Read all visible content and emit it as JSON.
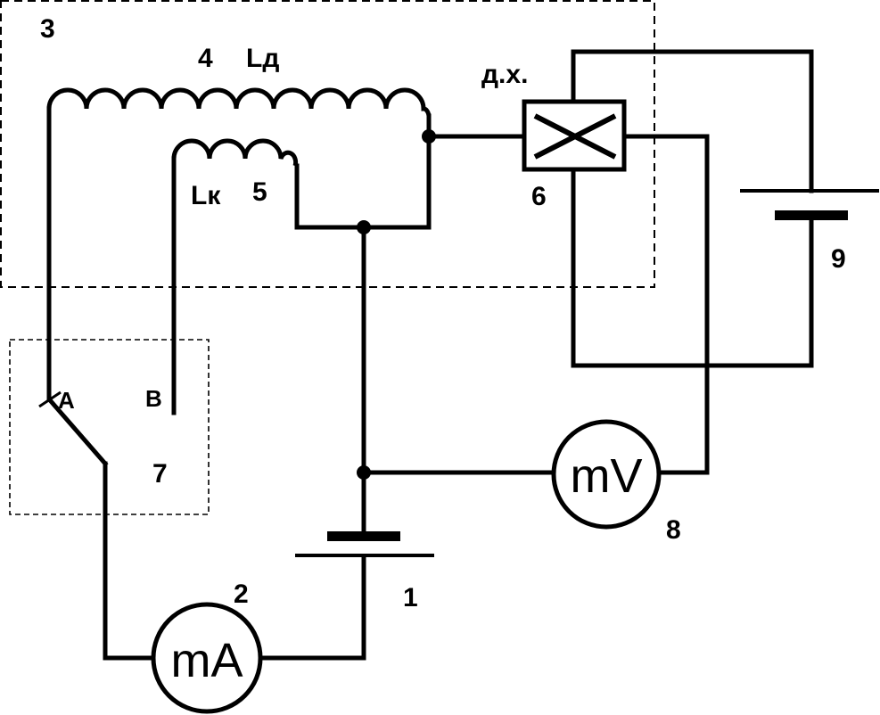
{
  "labels": {
    "n3": "3",
    "n4": "4",
    "ld": "Lд",
    "lk": "Lк",
    "n5": "5",
    "dx": "д.х.",
    "n6": "6",
    "n9": "9",
    "a": "A",
    "b": "B",
    "n7": "7",
    "n8": "8",
    "n2": "2",
    "n1": "1"
  },
  "meters": {
    "millivoltmeter": "mV",
    "milliammeter": "mA"
  }
}
